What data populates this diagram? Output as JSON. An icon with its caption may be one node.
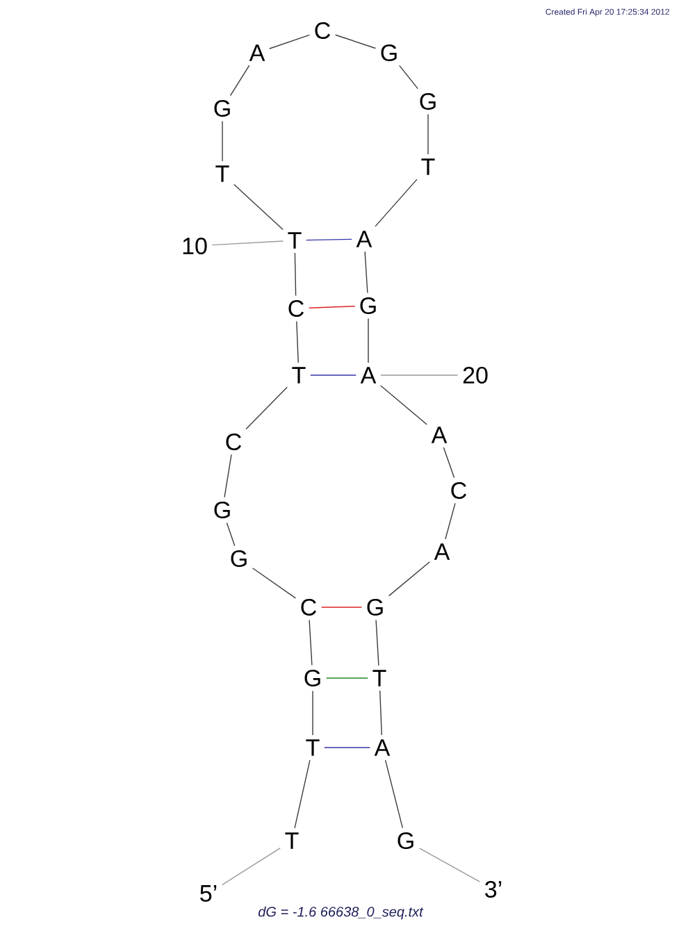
{
  "diagram": {
    "caption": "dG = -1.6 66638_0_seq.txt",
    "nodes": [
      {
        "text": [
          "T"
        ]
      },
      {
        "text": [
          "T"
        ]
      },
      {
        "text": [
          "G"
        ]
      },
      {
        "text": [
          "C"
        ]
      },
      {
        "text": [
          "G"
        ]
      },
      {
        "text": [
          "G"
        ]
      },
      {
        "text": [
          "C"
        ]
      },
      {
        "text": [
          "T"
        ]
      },
      {
        "text": [
          "C"
        ]
      },
      {
        "text": [
          "T"
        ]
      },
      {
        "text": [
          "T"
        ]
      },
      {
        "text": [
          "G"
        ]
      },
      {
        "text": [
          "A"
        ]
      },
      {
        "text": [
          "C"
        ]
      },
      {
        "text": [
          "G"
        ]
      },
      {
        "text": [
          "G"
        ]
      },
      {
        "text": [
          "T"
        ]
      },
      {
        "text": [
          "A"
        ]
      },
      {
        "text": [
          "G"
        ]
      },
      {
        "text": [
          "A"
        ]
      },
      {
        "text": [
          "A"
        ]
      },
      {
        "text": [
          "C"
        ]
      },
      {
        "text": [
          "A"
        ]
      },
      {
        "text": [
          "G"
        ]
      },
      {
        "text": [
          "T"
        ]
      },
      {
        "text": [
          "A"
        ]
      },
      {
        "text": [
          "G"
        ]
      },
      {
        "text": [
          "10"
        ]
      },
      {
        "text": [
          "20"
        ]
      },
      {
        "text": [
          "5’"
        ]
      },
      {
        "text": [
          "3’"
        ]
      }
    ],
    "edges": [
      {
        "from": 0,
        "to": 1,
        "arrow": "none"
      },
      {
        "from": 1,
        "to": 2,
        "arrow": "none"
      },
      {
        "from": 2,
        "to": 3,
        "arrow": "none"
      },
      {
        "from": 3,
        "to": 4,
        "arrow": "none"
      },
      {
        "from": 4,
        "to": 5,
        "arrow": "none"
      },
      {
        "from": 5,
        "to": 6,
        "arrow": "none"
      },
      {
        "from": 6,
        "to": 7,
        "arrow": "none"
      },
      {
        "from": 7,
        "to": 8,
        "arrow": "none"
      },
      {
        "from": 8,
        "to": 9,
        "arrow": "none"
      },
      {
        "from": 9,
        "to": 10,
        "arrow": "none"
      },
      {
        "from": 10,
        "to": 11,
        "arrow": "none"
      },
      {
        "from": 11,
        "to": 12,
        "arrow": "none"
      },
      {
        "from": 12,
        "to": 13,
        "arrow": "none"
      },
      {
        "from": 13,
        "to": 14,
        "arrow": "none"
      },
      {
        "from": 14,
        "to": 15,
        "arrow": "none"
      },
      {
        "from": 15,
        "to": 16,
        "arrow": "none"
      },
      {
        "from": 16,
        "to": 17,
        "arrow": "none"
      },
      {
        "from": 17,
        "to": 18,
        "arrow": "none"
      },
      {
        "from": 18,
        "to": 19,
        "arrow": "none"
      },
      {
        "from": 19,
        "to": 20,
        "arrow": "none"
      },
      {
        "from": 20,
        "to": 21,
        "arrow": "none"
      },
      {
        "from": 21,
        "to": 22,
        "arrow": "none"
      },
      {
        "from": 22,
        "to": 23,
        "arrow": "none"
      },
      {
        "from": 23,
        "to": 24,
        "arrow": "none"
      },
      {
        "from": 24,
        "to": 25,
        "arrow": "none"
      },
      {
        "from": 25,
        "to": 26,
        "arrow": "none"
      },
      {
        "from": 1,
        "to": 25,
        "arrow": "none",
        "color": "#3333aa"
      },
      {
        "from": 2,
        "to": 24,
        "arrow": "none",
        "color": "#228822"
      },
      {
        "from": 3,
        "to": 23,
        "arrow": "none",
        "color": "#dd2222"
      },
      {
        "from": 7,
        "to": 19,
        "arrow": "none",
        "color": "#3333aa"
      },
      {
        "from": 8,
        "to": 18,
        "arrow": "none",
        "color": "#dd2222"
      },
      {
        "from": 9,
        "to": 17,
        "arrow": "none",
        "color": "#3333aa"
      },
      {
        "from": 27,
        "to": 9,
        "arrow": "none",
        "color": "#999999"
      },
      {
        "from": 28,
        "to": 19,
        "arrow": "none",
        "color": "#999999"
      },
      {
        "from": 29,
        "to": 0,
        "arrow": "none",
        "color": "#999999"
      },
      {
        "from": 30,
        "to": 26,
        "arrow": "none",
        "color": "#999999"
      }
    ],
    "labels": [
      "Created Fri Apr 20 17:25:34 2012"
    ]
  }
}
